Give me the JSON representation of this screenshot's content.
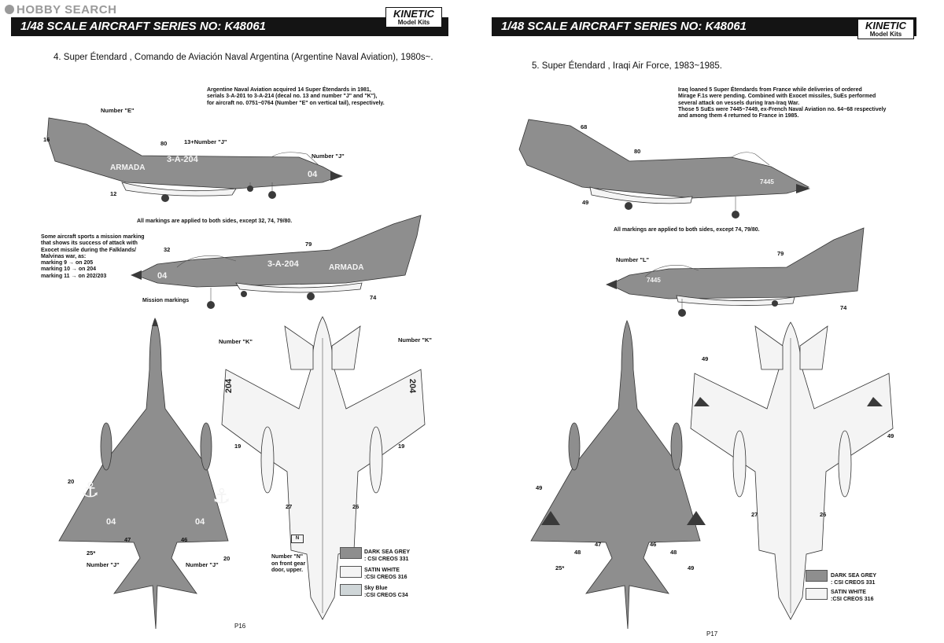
{
  "watermark": "HOBBY SEARCH",
  "brand": {
    "name": "KINETIC",
    "sub": "Model Kits"
  },
  "colors": {
    "header_bg": "#141414",
    "dark_sea_grey": "#8e8e8e",
    "satin_white": "#f4f4f4",
    "sky_blue": "#cfd6d8"
  },
  "left": {
    "header": "1/48 SCALE AIRCRAFT SERIES NO: K48061",
    "subtitle": "4. Super Étendard , Comando de Aviación Naval Argentina (Argentine Naval Aviation), 1980s~.",
    "note": [
      "Argentine Naval Aviation acquired 14 Super Étendards  in 1981,",
      "serials 3-A-201 to 3-A-214 (decal no. 13 and number \"J\" and \"K\"),",
      "for aircraft no. 0751~0764 (Number \"E\" on vertical tail), respectively."
    ],
    "markings_note": "All markings are applied to both sides, except 32, 74, 79/80.",
    "mission_note": [
      "Some aircraft sports a mission marking",
      "that shows its success of attack with",
      "Exocet missile during the Falklands/",
      "Malvinas war, as:",
      "marking 9  → on 205",
      "marking 10 → on 204",
      "marking 11 → on 202/203"
    ],
    "mission_label": "Mission markings",
    "callouts": {
      "numE": "Number \"E\"",
      "c16": "16",
      "c80": "80",
      "c13J": "13+Number \"J\"",
      "numJ": "Number \"J\"",
      "c12": "12",
      "c32": "32",
      "c79": "79",
      "c74": "74",
      "numK1": "Number \"K\"",
      "numK2": "Number \"K\"",
      "c19a": "19",
      "c19b": "19",
      "c27": "27",
      "c26": "26",
      "c20a": "20",
      "c20b": "20",
      "c25": "25*",
      "c47": "47",
      "c46": "46",
      "numJa": "Number \"J\"",
      "numJb": "Number \"J\"",
      "numN": [
        "Number \"N\"",
        "on front gear",
        "door, upper."
      ]
    },
    "aircraft_text": {
      "serial": "3-A-204",
      "armada": "ARMADA",
      "nose": "04",
      "wing": "204"
    },
    "legend": [
      {
        "line1": "DARK SEA GREY",
        "line2": ": CSI CREOS 331"
      },
      {
        "line1": "SATIN WHITE",
        "line2": ":CSI CREOS 316"
      },
      {
        "line1": "Sky Blue",
        "line2": ":CSI CREOS C34"
      }
    ],
    "page": "P16"
  },
  "right": {
    "header": "1/48 SCALE AIRCRAFT SERIES NO: K48061",
    "subtitle": "5. Super Étendard , Iraqi Air Force, 1983~1985.",
    "note": [
      "Iraq loaned 5 Super Étendards from France  while deliveries of ordered",
      "Mirage F.1s were pending. Combined with Exocet missiles, SuEs performed",
      "several attack on vessels during Iran-Iraq War.",
      "Those 5 SuEs were 7445~7449, ex-French Naval Aviation no. 64~68 respectively",
      "and among them 4 returned to France in 1985."
    ],
    "markings_note": "All markings are applied to both sides, except 74, 79/80.",
    "callouts": {
      "c68": "68",
      "c80": "80",
      "c49a": "49",
      "numL": "Number \"L\"",
      "c79": "79",
      "c74": "74",
      "c49b": "49",
      "c49c": "49",
      "c27": "27",
      "c26": "26",
      "c49d": "49",
      "c25": "25*",
      "c47": "47",
      "c48a": "48",
      "c46": "46",
      "c48b": "48",
      "c49e": "49"
    },
    "aircraft_text": {
      "serial": "7445"
    },
    "legend": [
      {
        "line1": "DARK SEA GREY",
        "line2": ": CSI CREOS 331"
      },
      {
        "line1": "SATIN WHITE",
        "line2": ":CSI CREOS 316"
      }
    ],
    "page": "P17"
  }
}
